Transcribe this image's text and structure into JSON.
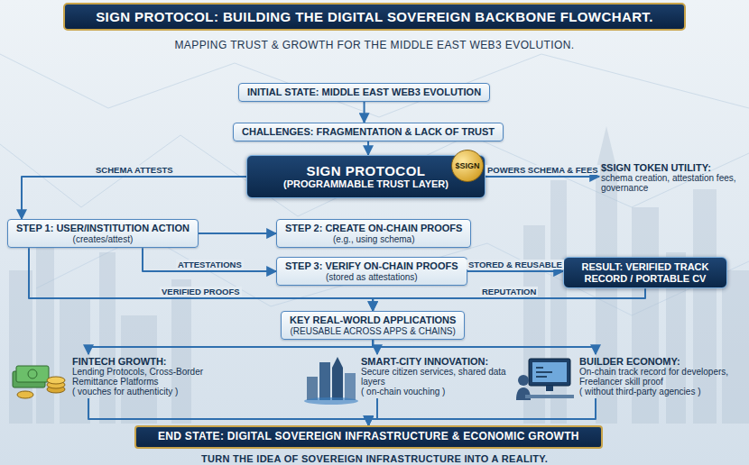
{
  "diagram": {
    "title": "SIGN PROTOCOL: BUILDING THE DIGITAL SOVEREIGN BACKBONE FLOWCHART.",
    "caption": "TURN THE IDEA OF SOVEREIGN INFRASTRUCTURE INTO A REALITY.",
    "nodes": [
      {
        "text": [
          "INITIAL STATE: MIDDLE EAST WEB3 EVOLUTION"
        ]
      },
      {
        "text": [
          "CHALLENGES: FRAGMENTATION & LACK OF TRUST"
        ]
      },
      {
        "text": [
          "SIGN PROTOCOL",
          "(PROGRAMMABLE TRUST LAYER)"
        ]
      },
      {
        "text": [
          "$SIGN TOKEN UTILITY:",
          "schema creation, attestation fees, governance"
        ]
      },
      {
        "text": [
          "STEP 1: USER/INSTITUTION ACTION",
          "(creates/attest)"
        ]
      },
      {
        "text": [
          "STEP 2: CREATE ON-CHAIN PROOFS",
          "(e.g., using schema)"
        ]
      },
      {
        "text": [
          "STEP 3: VERIFY ON-CHAIN PROOFS",
          "(stored as attestations)"
        ]
      },
      {
        "text": [
          "RESULT: VERIFIED TRACK RECORD / PORTABLE CV"
        ]
      },
      {
        "text": [
          "KEY REAL-WORLD APPLICATIONS",
          "(REUSABLE ACROSS APPS & CHAINS)"
        ]
      },
      {
        "text": [
          "FINTECH GROWTH:",
          "Lending Protocols, Cross-Border Remittance Platforms",
          "( vouches for authenticity )"
        ]
      },
      {
        "text": [
          "SMART-CITY INNOVATION:",
          "Secure citizen services, shared data layers",
          "( on-chain vouching )"
        ]
      },
      {
        "text": [
          "BUILDER ECONOMY:",
          "On-chain track record for developers, Freelancer skill proof",
          "( without third-party agencies )"
        ]
      },
      {
        "text": [
          "END STATE: DIGITAL SOVEREIGN INFRASTRUCTURE & ECONOMIC GROWTH"
        ]
      }
    ],
    "edges": [
      {
        "from": 0,
        "to": 1,
        "arrow": "to"
      },
      {
        "from": 1,
        "to": 2,
        "arrow": "to"
      },
      {
        "from": 2,
        "to": 4,
        "label": "SCHEMA ATTESTS",
        "arrow": "to"
      },
      {
        "from": 2,
        "to": 3,
        "label": "POWERS SCHEMA & FEES",
        "arrow": "to"
      },
      {
        "from": 4,
        "to": 5,
        "arrow": "to"
      },
      {
        "from": 4,
        "to": 6,
        "label": "ATTESTATIONS",
        "arrow": "to"
      },
      {
        "from": 6,
        "to": 7,
        "label": "STORED & REUSABLE",
        "arrow": "to"
      },
      {
        "from": 4,
        "to": 8,
        "label": "VERIFIED PROOFS",
        "arrow": "to"
      },
      {
        "from": 7,
        "to": 8,
        "label": "REPUTATION",
        "arrow": "to"
      },
      {
        "from": 8,
        "to": 9,
        "arrow": "to"
      },
      {
        "from": 8,
        "to": 10,
        "arrow": "to"
      },
      {
        "from": 8,
        "to": 11,
        "arrow": "to"
      },
      {
        "from": 9,
        "to": 12,
        "arrow": "to"
      },
      {
        "from": 10,
        "to": 12,
        "arrow": "to"
      },
      {
        "from": 11,
        "to": 12,
        "arrow": "to"
      }
    ],
    "labels": [
      "MAPPING TRUST & GROWTH FOR THE MIDDLE EAST WEB3 EVOLUTION.",
      "$SIGN"
    ]
  }
}
